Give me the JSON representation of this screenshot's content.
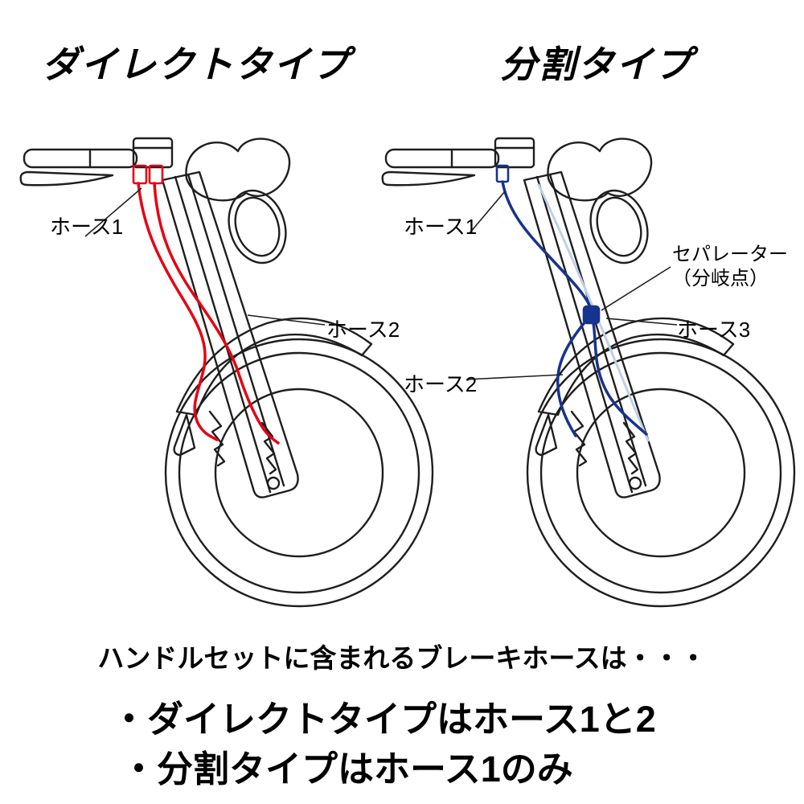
{
  "colors": {
    "background": "#ffffff",
    "line": "#1e1e1e",
    "hose_red": "#e60012",
    "hose_blue": "#16338e",
    "hose_blue_light": "#bdd0e9"
  },
  "left_diagram": {
    "title": "ダイレクトタイプ",
    "labels": {
      "hose1": "ホース1",
      "hose2": "ホース2"
    }
  },
  "right_diagram": {
    "title": "分割タイプ",
    "labels": {
      "hose1": "ホース1",
      "separator_line1": "セパレーター",
      "separator_line2": "（分岐点）",
      "hose3": "ホース3",
      "hose2": "ホース2"
    }
  },
  "footer": {
    "intro": "ハンドルセットに含まれるブレーキホースは・・・",
    "bullet1": "・ダイレクトタイプはホース1と2",
    "bullet2": "・分割タイプはホース1のみ"
  }
}
